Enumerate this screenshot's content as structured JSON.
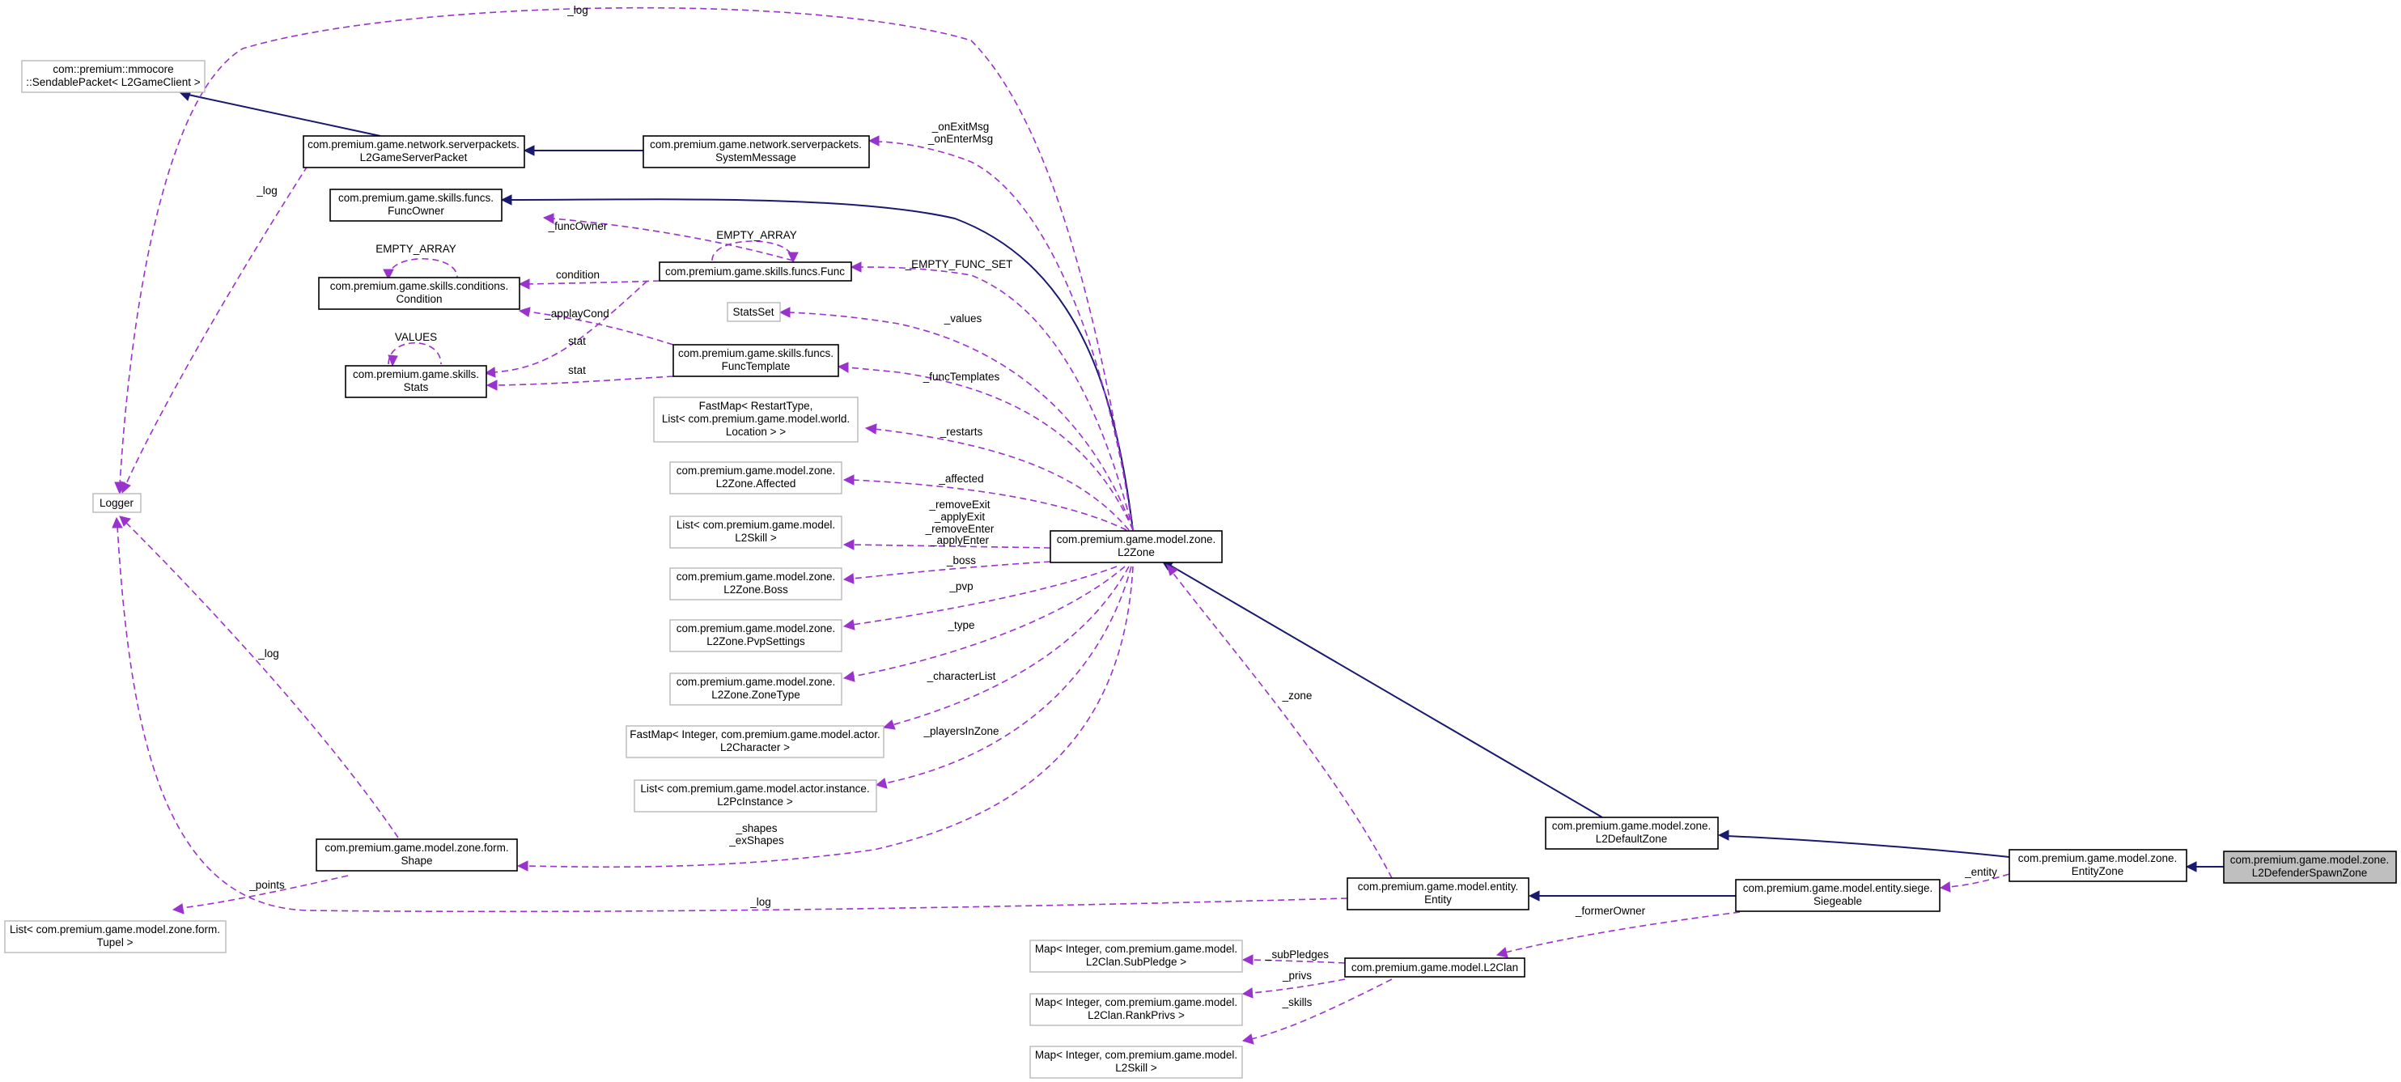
{
  "nodes": {
    "sendable": [
      "com::premium::mmocore",
      "::SendablePacket< L2GameClient >"
    ],
    "l2gameserverpacket": [
      "com.premium.game.network.serverpackets.",
      "L2GameServerPacket"
    ],
    "systemmessage": [
      "com.premium.game.network.serverpackets.",
      "SystemMessage"
    ],
    "funcowner": [
      "com.premium.game.skills.funcs.",
      "FuncOwner"
    ],
    "condition": [
      "com.premium.game.skills.conditions.",
      "Condition"
    ],
    "func": [
      "com.premium.game.skills.funcs.Func"
    ],
    "statsset": [
      "StatsSet"
    ],
    "stats": [
      "com.premium.game.skills.",
      "Stats"
    ],
    "functemplate": [
      "com.premium.game.skills.funcs.",
      "FuncTemplate"
    ],
    "restartsmap": [
      "FastMap< RestartType,",
      "List< com.premium.game.model.world.",
      "Location > >"
    ],
    "logger": [
      "Logger"
    ],
    "affected": [
      "com.premium.game.model.zone.",
      "L2Zone.Affected"
    ],
    "l2zone": [
      "com.premium.game.model.zone.",
      "L2Zone"
    ],
    "skilllist": [
      "List< com.premium.game.model.",
      "L2Skill >"
    ],
    "boss": [
      "com.premium.game.model.zone.",
      "L2Zone.Boss"
    ],
    "pvpsettings": [
      "com.premium.game.model.zone.",
      "L2Zone.PvpSettings"
    ],
    "zonetype": [
      "com.premium.game.model.zone.",
      "L2Zone.ZoneType"
    ],
    "charmap": [
      "FastMap< Integer, com.premium.game.model.actor.",
      "L2Character >"
    ],
    "pclist": [
      "List< com.premium.game.model.actor.instance.",
      "L2PcInstance >"
    ],
    "shape": [
      "com.premium.game.model.zone.form.",
      "Shape"
    ],
    "defaultzone": [
      "com.premium.game.model.zone.",
      "L2DefaultZone"
    ],
    "entityzone": [
      "com.premium.game.model.zone.",
      "EntityZone"
    ],
    "spawnzone": [
      "com.premium.game.model.zone.",
      "L2DefenderSpawnZone"
    ],
    "tupellist": [
      "List< com.premium.game.model.zone.form.",
      "Tupel >"
    ],
    "entity": [
      "com.premium.game.model.entity.",
      "Entity"
    ],
    "siegeable": [
      "com.premium.game.model.entity.siege.",
      "Siegeable"
    ],
    "clan": [
      "com.premium.game.model.L2Clan"
    ],
    "subpledgemap": [
      "Map< Integer, com.premium.game.model.",
      "L2Clan.SubPledge >"
    ],
    "rankprivsmap": [
      "Map< Integer, com.premium.game.model.",
      "L2Clan.RankPrivs >"
    ],
    "skillmap": [
      "Map< Integer, com.premium.game.model.",
      "L2Skill >"
    ]
  },
  "edge_labels": {
    "log_top": "_log",
    "log_mid": "_log",
    "log_shape": "_log",
    "log_entity": "_log",
    "onmsg": [
      "_onExitMsg",
      "_onEnterMsg"
    ],
    "funcowner": "_funcOwner",
    "empty_array_func": "EMPTY_ARRAY",
    "empty_array_cond": "EMPTY_ARRAY",
    "condition": "condition",
    "empty_func_set": "_EMPTY_FUNC_SET",
    "values_stats": "VALUES",
    "applaycond": "_applayCond",
    "stat_func": "stat",
    "stat_tmpl": "stat",
    "values": "_values",
    "functemplates": "_funcTemplates",
    "restarts": "_restarts",
    "affected": "_affected",
    "skills_zone": [
      "_removeExit",
      "_applyExit",
      "_removeEnter",
      "_applyEnter"
    ],
    "boss": "_boss",
    "pvp": "_pvp",
    "type": "_type",
    "characterlist": "_characterList",
    "playersinzone": "_playersInZone",
    "shapes": [
      "_shapes",
      "_exShapes"
    ],
    "points": "_points",
    "zone": "_zone",
    "entity": "_entity",
    "formerowner": "_formerOwner",
    "subpledges": "_subPledges",
    "privs": "_privs",
    "skills_clan": "_skills"
  }
}
